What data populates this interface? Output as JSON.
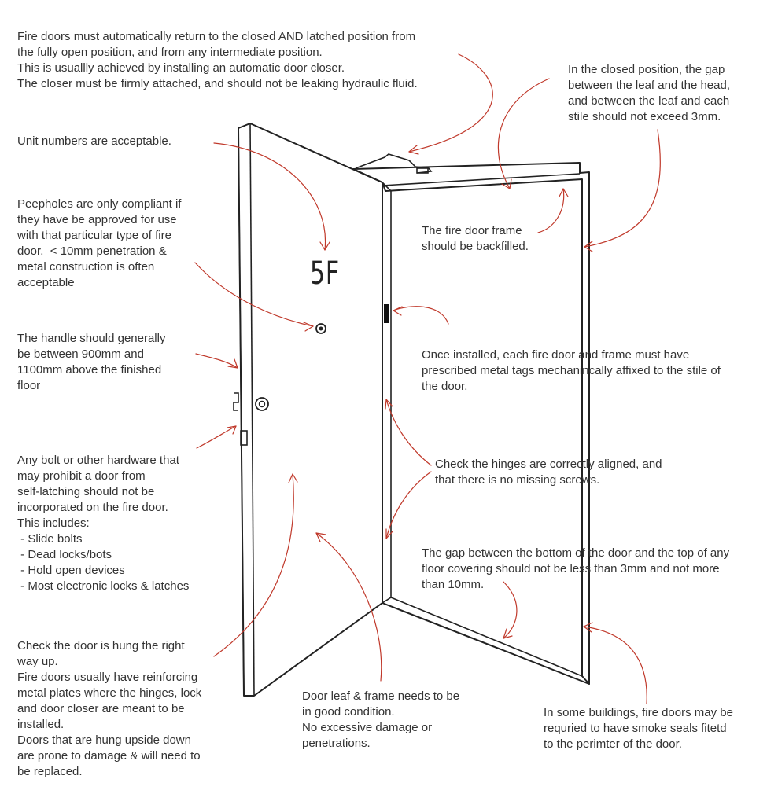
{
  "diagram": {
    "door_number": "5F",
    "notes": {
      "self_closing": "Fire doors must automatically return to the closed AND latched position from\nthe fully open position, and from any intermediate position.\nThis is usuallly achieved by installing an automatic door closer.\nThe closer must be firmly attached, and should not be leaking hydraulic fluid.",
      "gap": "In the closed position, the gap\nbetween the leaf and the head,\nand between the leaf and each\nstile should not exceed 3mm.",
      "unit_numbers": "Unit numbers are acceptable.",
      "peepholes": "Peepholes are only compliant if\nthey have be approved for use\nwith that particular type of fire\ndoor.  < 10mm penetration &\nmetal construction is often\nacceptable",
      "frame_backfill": "The fire door frame\nshould be backfilled.",
      "handle_height": "The handle should generally\nbe between 900mm and\n1100mm above the finished\nfloor",
      "metal_tags": "Once installed, each fire door and frame must have\nprescribed metal tags mechanincally affixed to the stile of\nthe door.",
      "bolts": "Any bolt or other hardware that\nmay prohibit a door from\nself-latching should not be\nincorporated on the fire door.\nThis includes:\n - Slide bolts\n - Dead locks/bots\n - Hold open devices\n - Most electronic locks & latches",
      "hinges": "Check the hinges are correctly aligned, and\nthat there is no missing screws.",
      "floor_gap": "The gap between the bottom of the door and the top of any\nfloor covering should not be less than 3mm and not more\nthan 10mm.",
      "hung_right": "Check the door is hung the right\nway up.\nFire doors usually have reinforcing\nmetal plates where the hinges, lock\nand door closer are meant to be\ninstalled.\nDoors that are hung upside down\nare prone to damage & will need to\nbe replaced.",
      "condition": "Door leaf & frame needs to be\nin good condition.\nNo excessive damage or\npenetrations.",
      "smoke_seals": "In some buildings, fire doors may be\nrequried to have smoke seals fitetd\nto the perimter of the door."
    },
    "colors": {
      "annotation_arrow": "#c0392b",
      "line_art": "#222222",
      "text": "#333333"
    }
  }
}
